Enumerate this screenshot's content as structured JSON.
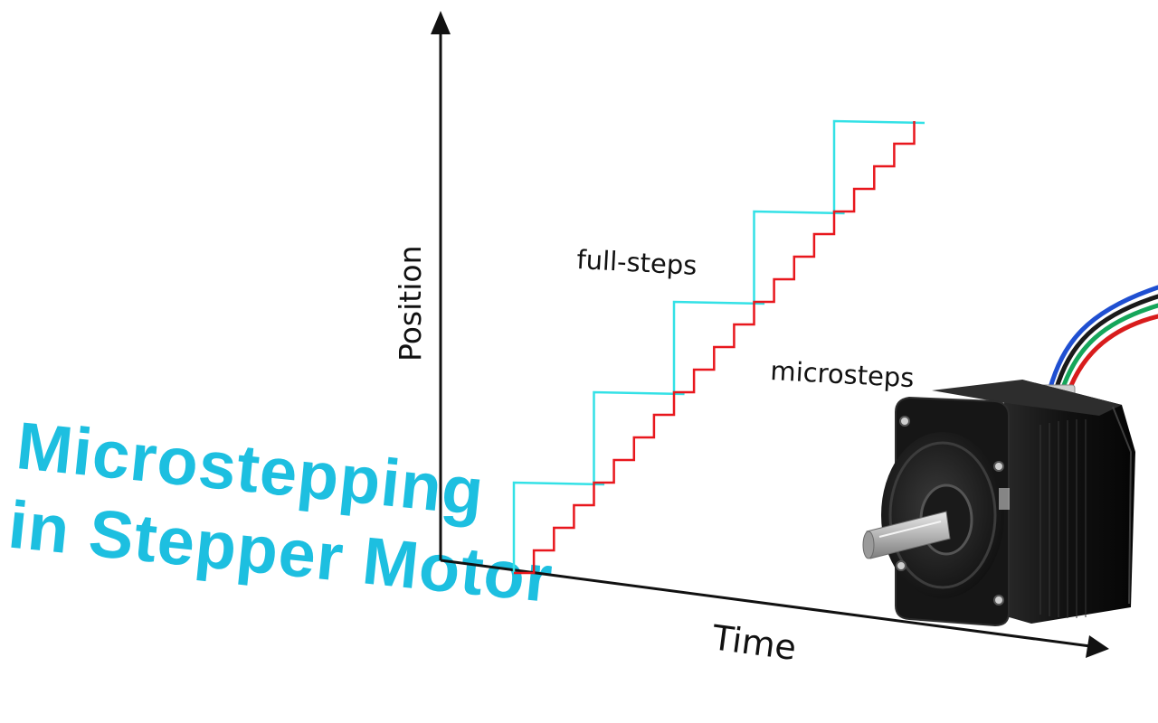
{
  "title": {
    "line1": "Microstepping",
    "line2": "in Stepper Motor"
  },
  "axes": {
    "y_label": "Position",
    "x_label": "Time"
  },
  "labels": {
    "full_steps": "full-steps",
    "microsteps": "microsteps"
  },
  "series": {
    "full_steps_steps": 5,
    "microsteps_per_full_step": 4
  },
  "colors": {
    "title": "#1DBFE0",
    "full_steps": "#33E1E6",
    "microsteps": "#E8171D",
    "axis": "#111111"
  },
  "icons": {
    "motor": "stepper-motor-icon"
  }
}
